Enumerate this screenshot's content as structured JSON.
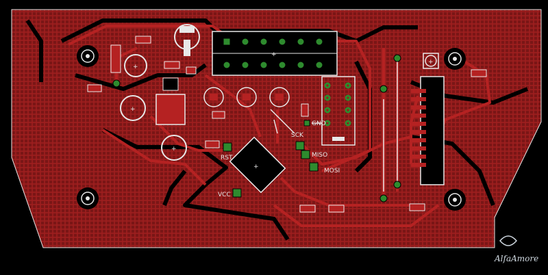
{
  "board": {
    "pour_color": "#8b1a1a",
    "trace_color": "#b52222",
    "pad_color": "#2e8b2e",
    "silk_color": "#e8e8e8",
    "background": "#000000"
  },
  "labels": {
    "gnd": "GND",
    "sck": "SCK",
    "rst": "RST",
    "miso": "MISO",
    "mosi": "MOSI",
    "vcc": "VCC"
  },
  "watermark": {
    "text": "AlfaAmore"
  }
}
